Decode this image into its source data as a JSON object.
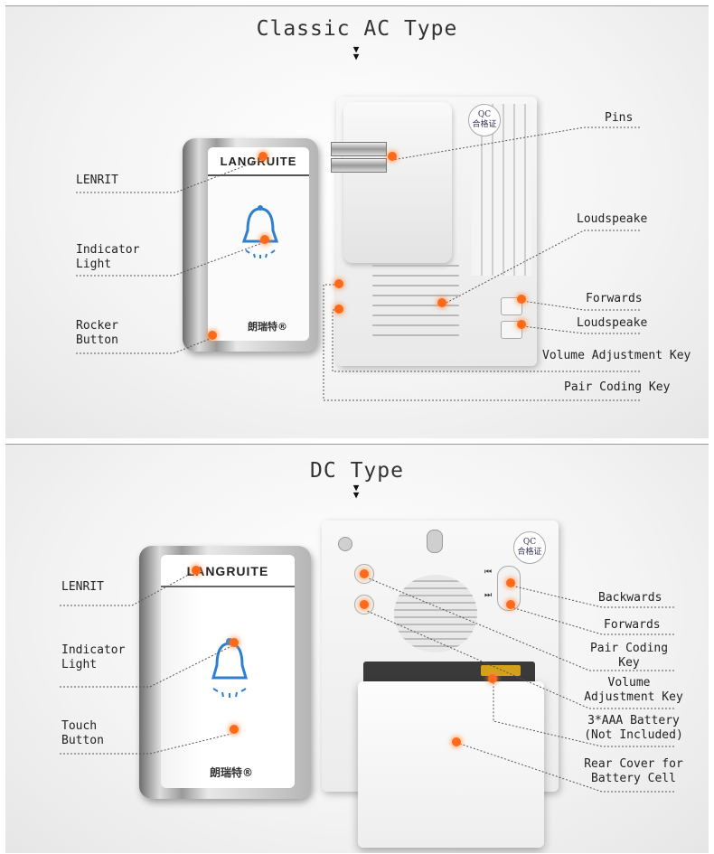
{
  "ac": {
    "title": "Classic AC Type",
    "brand": "LANGRUITE",
    "brand_cn": "朗瑞特®",
    "qc_top": "QC",
    "qc_bottom": "合格证",
    "labels": {
      "lenrit": "LENRIT",
      "indicator_1": "Indicator",
      "indicator_2": "Light",
      "rocker_1": "Rocker",
      "rocker_2": "Button",
      "pins": "Pins",
      "loudspeaker": "Loudspeake",
      "forwards": "Forwards",
      "loudspeaker_key": "Loudspeake",
      "volume_key": "Volume Adjustment Key",
      "pair_coding_key": "Pair Coding Key"
    }
  },
  "dc": {
    "title": "DC Type",
    "brand": "LANGRUITE",
    "brand_cn": "朗瑞特®",
    "qc_top": "QC",
    "qc_bottom": "合格证",
    "labels": {
      "lenrit": "LENRIT",
      "indicator_1": "Indicator",
      "indicator_2": "Light",
      "touch_1": "Touch",
      "touch_2": "Button",
      "backwards": "Backwards",
      "forwards": "Forwards",
      "pair_1": "Pair Coding",
      "pair_2": "Key",
      "volume_1": "Volume",
      "volume_2": "Adjustment Key",
      "battery_1": "3*AAA Battery",
      "battery_2": "(Not Included)",
      "rear_1": "Rear Cover for",
      "rear_2": "Battery Cell"
    }
  },
  "colors": {
    "dot": "#ff6a1a",
    "bell": "#2f7fd0",
    "line": "#555555"
  }
}
